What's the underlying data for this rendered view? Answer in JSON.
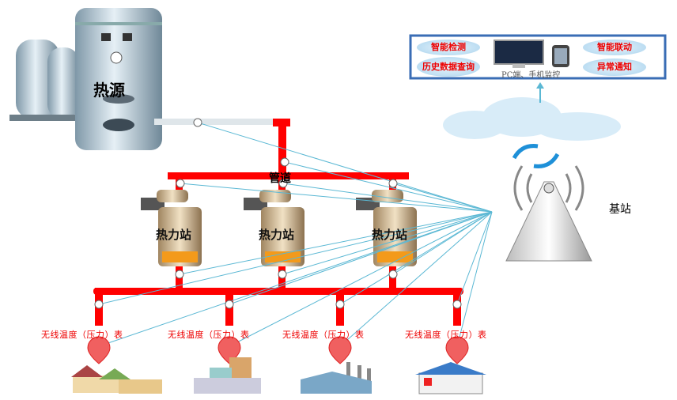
{
  "heat_source": {
    "label": "热源"
  },
  "pipeline": {
    "label": "管道"
  },
  "stations": [
    {
      "label": "热力站"
    },
    {
      "label": "热力站"
    },
    {
      "label": "热力站"
    }
  ],
  "meters": [
    {
      "label": "无线温度（压力）表"
    },
    {
      "label": "无线温度（压力）表"
    },
    {
      "label": "无线温度（压力）表"
    },
    {
      "label": "无线温度（压力）表"
    }
  ],
  "base_station": {
    "label": "基站"
  },
  "monitor_panel": {
    "features": [
      "智能检测",
      "历史数据查询",
      "智能联动",
      "异常通知"
    ],
    "caption": "PC端、手机监控"
  },
  "colors": {
    "pipe": "#ff0000",
    "signal_line": "#5bb8d4",
    "panel_border": "#3a6db5",
    "label_red": "#ee0000"
  },
  "icons": [
    "boiler-icon",
    "pressure-gauge-icon",
    "heat-station-icon",
    "location-pin-icon",
    "building-icon",
    "cloud-icon",
    "sync-arrows-icon",
    "radio-tower-icon",
    "monitor-icon",
    "phone-icon"
  ]
}
